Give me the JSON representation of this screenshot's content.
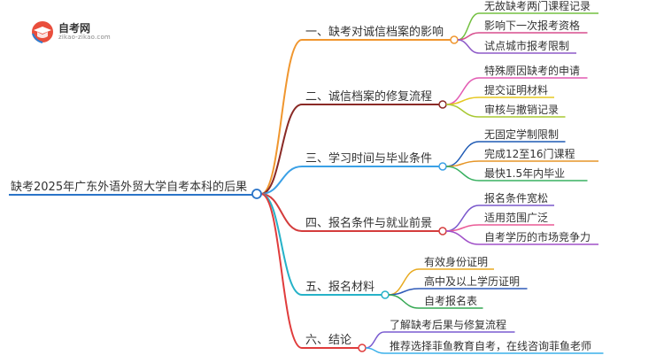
{
  "logo": {
    "name": "自考网",
    "domain": "zikao-zikao.com"
  },
  "root": {
    "label": "缺考2025年广东外语外贸大学自考本科的后果"
  },
  "branches": [
    {
      "label": "一、缺考对诚信档案的影响",
      "color": "#f0962e",
      "children": [
        "无故缺考两门课程记录",
        "影响下一次报考资格",
        "试点城市报考限制"
      ],
      "child_colors": [
        "#73c040",
        "#d74e8e",
        "#8e5ac8"
      ]
    },
    {
      "label": "二、诚信档案的修复流程",
      "color": "#8a2a26",
      "children": [
        "特殊原因缺考的申请",
        "提交证明材料",
        "审核与撤销记录"
      ],
      "child_colors": [
        "#e25ab2",
        "#e6c822",
        "#a8c832"
      ]
    },
    {
      "label": "三、学习时间与毕业条件",
      "color": "#3aa0e6",
      "children": [
        "无固定学制限制",
        "完成12至16门课程",
        "最快1.5年内毕业"
      ],
      "child_colors": [
        "#1e5ab4",
        "#e69628",
        "#38b060"
      ]
    },
    {
      "label": "四、报名条件与就业前景",
      "color": "#d43c3c",
      "children": [
        "报名条件宽松",
        "适用范围广泛",
        "自考学历的市场竞争力"
      ],
      "child_colors": [
        "#7a58cc",
        "#ea5a96",
        "#a050c8"
      ]
    },
    {
      "label": "五、报名材料",
      "color": "#26b2c8",
      "children": [
        "有效身份证明",
        "高中及以上学历证明",
        "自考报名表"
      ],
      "child_colors": [
        "#e8aa20",
        "#2e5ab8",
        "#34a852"
      ]
    },
    {
      "label": "六、结论",
      "color": "#e03c3c",
      "children": [
        "了解缺考后果与修复流程",
        "推荐选择菲鱼教育自考，在线咨询菲鱼老师"
      ],
      "child_colors": [
        "#7a5cd0",
        "#3ab0ea"
      ]
    }
  ]
}
